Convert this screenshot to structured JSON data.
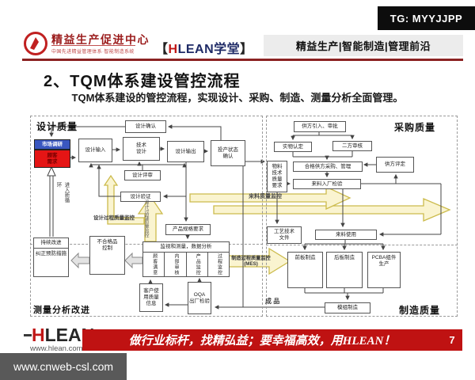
{
  "badges": {
    "top_right": "TG: MYYJJPP",
    "bottom_left": "www.cnweb-csl.com"
  },
  "header": {
    "org_name": "精益生产促进中心",
    "org_sub": "中国先进精益管理体系·智能制造系统",
    "brand": {
      "open": "【",
      "h": "H",
      "lean": "LEAN",
      "school": "学堂",
      "close": "】"
    },
    "tagline": "精益生产|智能制造|管理前沿"
  },
  "title": "2、TQM体系建设管控流程",
  "subtitle": "TQM体系建设的管控流程，实现设计、采购、制造、测量分析全面管理。",
  "sections": {
    "design": "设计质量",
    "purchase": "采购质量",
    "measure": "测量分析改进",
    "manufacture": "制造质量"
  },
  "boxes": {
    "market_research": "市场调研",
    "customer_needs": "顾客\n需求",
    "design_input": "设计输入",
    "tech_design": "技术\n设计",
    "design_output": "设计输出",
    "production_status": "投产状态\n确认",
    "design_confirm": "设计确认",
    "design_review": "设计评审",
    "design_verify": "设计验证",
    "product_spec": "产品规格要求",
    "continuous_improve": "持续改进",
    "corrective_action": "纠正预防措施",
    "nonconforming": "不合格品\n控制",
    "monitor_header": "监视和测量，数据分析",
    "col_customer_satisfaction": "顾客满意",
    "col_internal_audit": "内部审核",
    "col_product_monitor": "产品监控",
    "col_process_monitor": "过程监控",
    "customer_info": "客户使用质量信息",
    "oqa": "OQA\n出厂检验",
    "finished_goods": "成 品",
    "supplier_intro": "供方引入、审批",
    "physical_cert": "实物认定",
    "second_party_audit": "二方审核",
    "qualified_supplier": "合格供方采购、管理",
    "supplier_eval": "供方评定",
    "incoming_inspection": "来料入厂检验",
    "material_req": "物料技术质量要求",
    "process_doc": "工艺技术\n文件",
    "material_use": "来料使用",
    "front_board": "前板制造",
    "back_board": "后板制造",
    "pcba": "PCBA组件\n生产",
    "module_mfg": "模组制造"
  },
  "flow_labels": {
    "design_process_monitor": "设计过程质量监控",
    "incoming_monitor": "来料质量监控",
    "mfg_monitor": "制造过程质量监控",
    "mes": "(MES)",
    "new_cycle": "进入新循环"
  },
  "footer": {
    "logo_h": "H",
    "logo_rest": "LEAN",
    "url": "www.hlean.com",
    "slogan": "做行业标杆，找精弘益；要幸福高效，用HLEAN！",
    "page": "7"
  },
  "colors": {
    "header_maroon": "#8b2222",
    "brand_red": "#c01616",
    "brand_navy": "#1e2a66",
    "banner_red": "#bf1212",
    "box_blue": "#3a57c0",
    "box_red": "#e51515",
    "arrow_yellow": "#ccbb4c",
    "badge_black": "#0d0d0d",
    "badge_gray": "#595959"
  }
}
